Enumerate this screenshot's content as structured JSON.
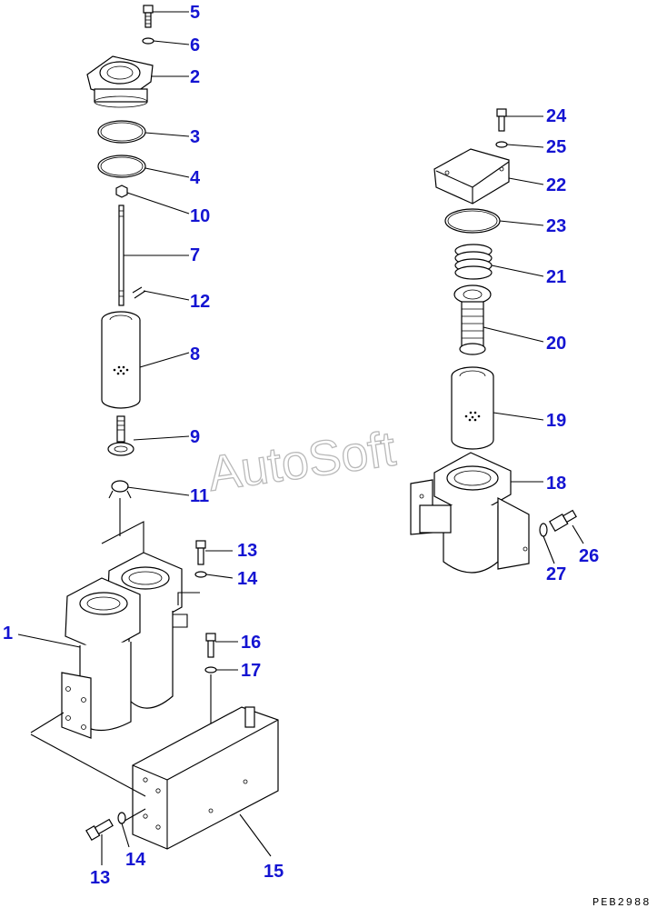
{
  "drawing_code": "PEB2988",
  "watermark": "AutoSoft",
  "callouts": [
    "5",
    "6",
    "2",
    "3",
    "4",
    "10",
    "7",
    "12",
    "8",
    "9",
    "11",
    "13",
    "14",
    "1",
    "16",
    "17",
    "13",
    "14",
    "15",
    "24",
    "25",
    "22",
    "23",
    "21",
    "20",
    "19",
    "18",
    "26",
    "27"
  ],
  "colors": {
    "callout": "#1414d2",
    "line": "#000000",
    "watermark": "#b9b9b9"
  }
}
